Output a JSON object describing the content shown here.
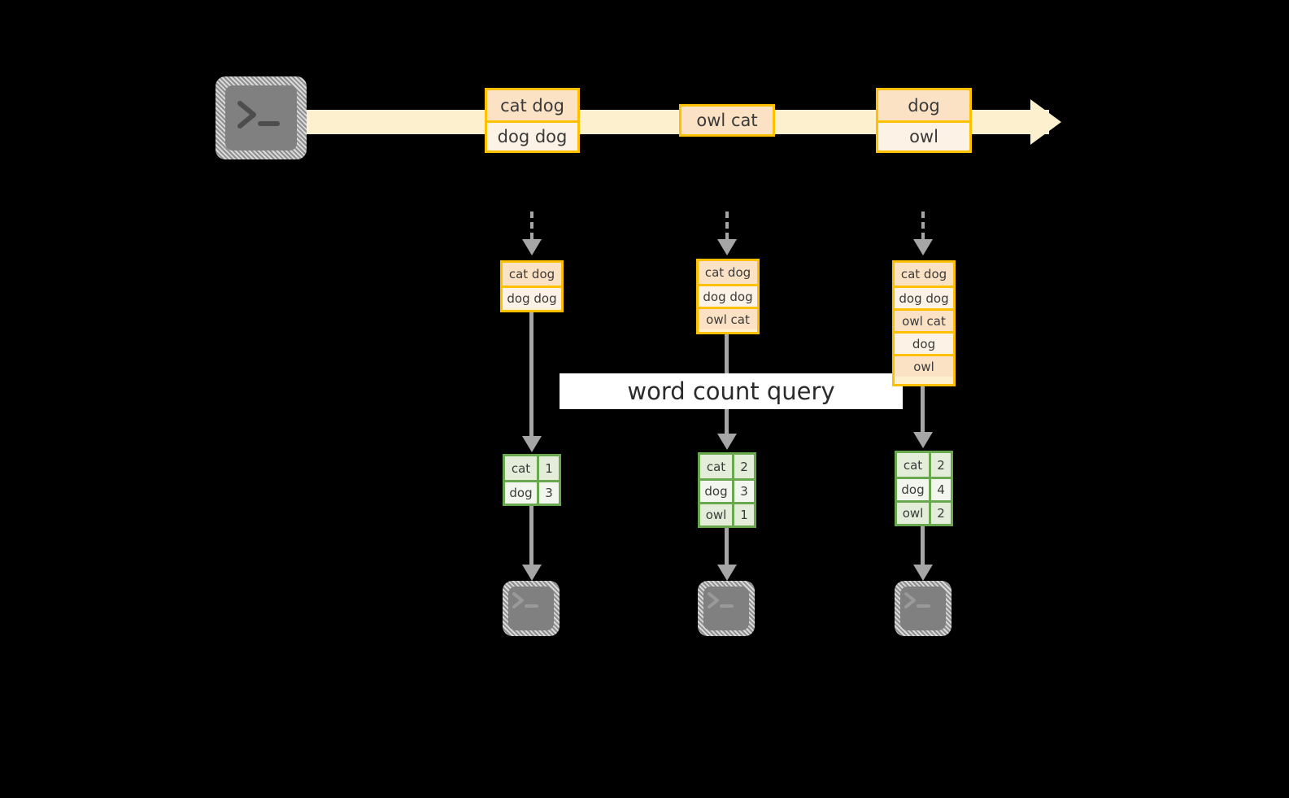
{
  "diagram": {
    "title_label": "word count query",
    "colors": {
      "stream_band": "#fdf0cf",
      "record_border": "#ffc000",
      "record_fill_dark": "#fce2c4",
      "record_fill_light": "#fdf2e6",
      "result_border": "#6aa84f",
      "result_fill_tint": "#e3edd9",
      "result_fill_pale": "#f2f6ee",
      "arrow_gray": "#a6a6a6",
      "terminal_face": "#808080",
      "background": "#000000",
      "label_band": "#ffffff"
    },
    "source": {
      "icon": "terminal-icon",
      "glyph": ">_"
    },
    "stream": {
      "direction": "left-to-right",
      "events": [
        {
          "name": "event-1",
          "lines": [
            "cat dog",
            "dog dog"
          ]
        },
        {
          "name": "event-2",
          "lines": [
            "owl cat"
          ]
        },
        {
          "name": "event-3",
          "lines": [
            "dog",
            "owl"
          ]
        }
      ]
    },
    "snapshots": [
      {
        "name": "snapshot-1",
        "input_lines": [
          "cat dog",
          "dog dog"
        ],
        "result_header": null,
        "result_rows": [
          {
            "word": "cat",
            "count": "1"
          },
          {
            "word": "dog",
            "count": "3"
          }
        ],
        "sink_icon": "terminal-icon",
        "sink_glyph": ">_"
      },
      {
        "name": "snapshot-2",
        "input_lines": [
          "cat dog",
          "dog dog",
          "owl cat"
        ],
        "result_header": null,
        "result_rows": [
          {
            "word": "cat",
            "count": "2"
          },
          {
            "word": "dog",
            "count": "3"
          },
          {
            "word": "owl",
            "count": "1"
          }
        ],
        "sink_icon": "terminal-icon",
        "sink_glyph": ">_"
      },
      {
        "name": "snapshot-3",
        "input_lines": [
          "cat dog",
          "dog dog",
          "owl cat",
          "dog",
          "owl"
        ],
        "result_header": null,
        "result_rows": [
          {
            "word": "cat",
            "count": "2"
          },
          {
            "word": "dog",
            "count": "4"
          },
          {
            "word": "owl",
            "count": "2"
          }
        ],
        "sink_icon": "terminal-icon",
        "sink_glyph": ">_"
      }
    ]
  }
}
